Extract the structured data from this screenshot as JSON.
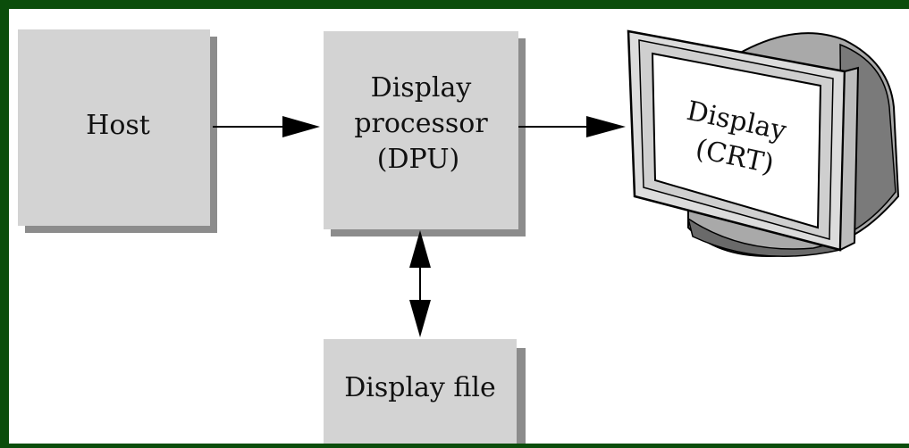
{
  "diagram": {
    "colors": {
      "frame": "#0b4d0b",
      "box_fill": "#d3d3d3",
      "box_shadow": "#8c8c8c",
      "arrow": "#000000"
    },
    "host": {
      "label": "Host"
    },
    "dpu": {
      "line1": "Display",
      "line2": "processor",
      "line3": "(DPU)"
    },
    "display_file": {
      "label": "Display file"
    },
    "crt": {
      "line1": "Display",
      "line2": "(CRT)"
    }
  }
}
